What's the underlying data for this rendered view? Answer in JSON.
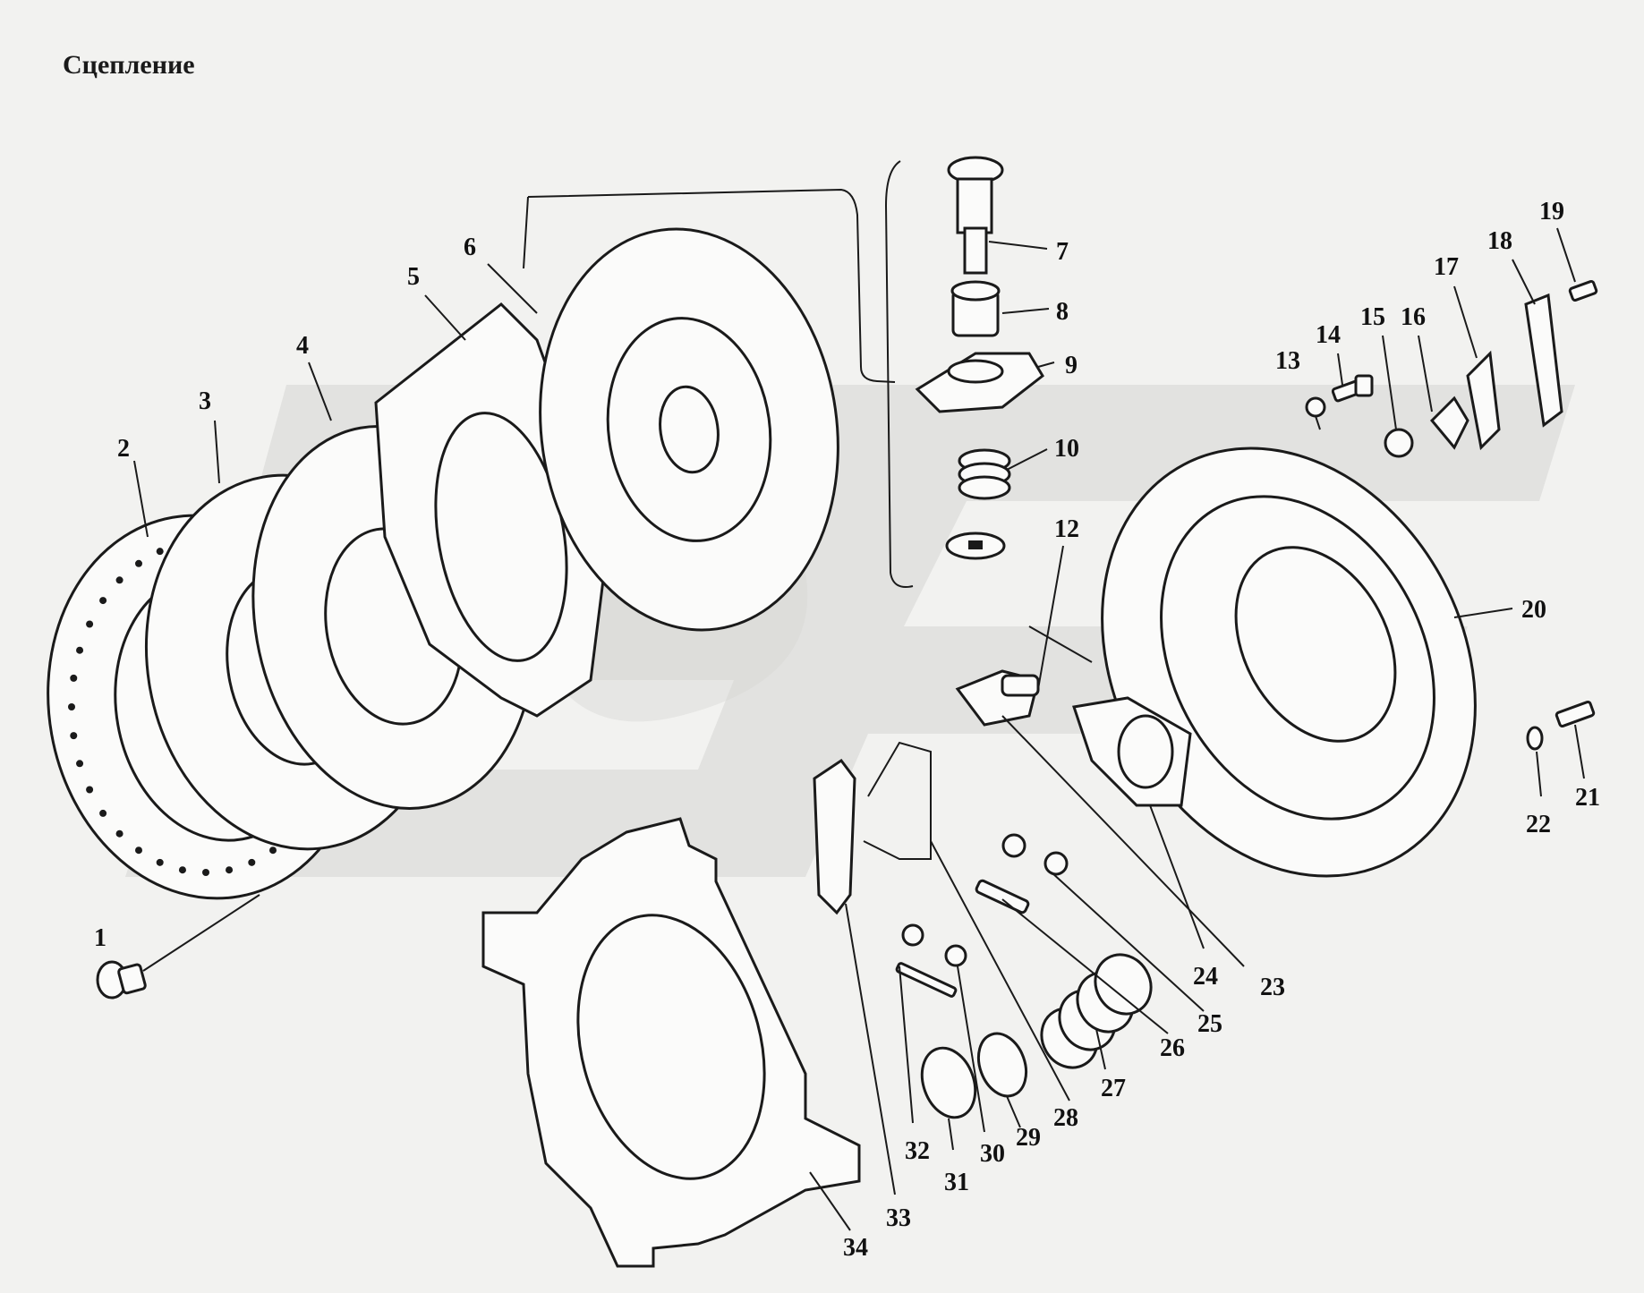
{
  "title": "Сцепление",
  "callouts": [
    {
      "num": "1"
    },
    {
      "num": "2"
    },
    {
      "num": "3"
    },
    {
      "num": "4"
    },
    {
      "num": "5"
    },
    {
      "num": "6"
    },
    {
      "num": "7"
    },
    {
      "num": "8"
    },
    {
      "num": "9"
    },
    {
      "num": "10"
    },
    {
      "num": "12"
    },
    {
      "num": "13"
    },
    {
      "num": "14"
    },
    {
      "num": "15"
    },
    {
      "num": "16"
    },
    {
      "num": "17"
    },
    {
      "num": "18"
    },
    {
      "num": "19"
    },
    {
      "num": "20"
    },
    {
      "num": "21"
    },
    {
      "num": "22"
    },
    {
      "num": "23"
    },
    {
      "num": "24"
    },
    {
      "num": "25"
    },
    {
      "num": "26"
    },
    {
      "num": "27"
    },
    {
      "num": "28"
    },
    {
      "num": "29"
    },
    {
      "num": "30"
    },
    {
      "num": "31"
    },
    {
      "num": "32"
    },
    {
      "num": "33"
    },
    {
      "num": "34"
    }
  ]
}
